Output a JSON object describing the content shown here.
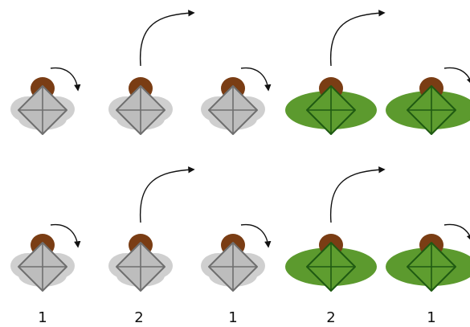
{
  "colors": {
    "gray_body": "#bdbdbd",
    "gray_leaf": "#cfcfcf",
    "gray_stroke": "#6f6f6f",
    "green_body": "#5e9d2f",
    "green_leaf": "#5c9a2e",
    "green_stroke": "#1f5a12",
    "cap": "#7a3d14",
    "arrow": "#111111"
  },
  "rows": [
    {
      "id": "row-1",
      "figures": [
        {
          "state": "gray",
          "arrow": "short"
        },
        {
          "state": "gray",
          "arrow": "long"
        },
        {
          "state": "gray",
          "arrow": "short"
        },
        {
          "state": "green",
          "arrow": "long"
        },
        {
          "state": "green",
          "arrow": "short-clipped"
        }
      ]
    },
    {
      "id": "row-2",
      "figures": [
        {
          "state": "gray",
          "arrow": "short"
        },
        {
          "state": "gray",
          "arrow": "long"
        },
        {
          "state": "gray",
          "arrow": "short"
        },
        {
          "state": "green",
          "arrow": "long"
        },
        {
          "state": "green",
          "arrow": "short-clipped"
        }
      ]
    }
  ],
  "labels": [
    "1",
    "2",
    "1",
    "2",
    "1"
  ]
}
